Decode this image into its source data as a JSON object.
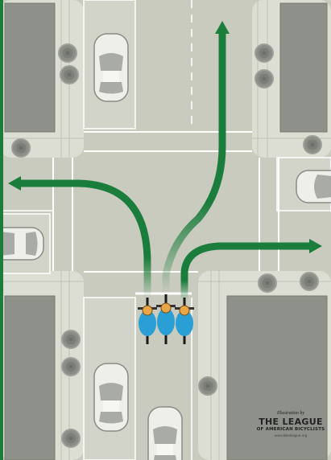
{
  "colors": {
    "road": "#c9cbbf",
    "sidewalk": "#dcddd3",
    "building": "#8d9189",
    "lane_marking": "#ffffff",
    "arrow": "#1b7d3c",
    "border": "#1b7d3c",
    "jersey": "#2a9fd6"
  },
  "credit": {
    "by": "Illustration by",
    "name": "THE LEAGUE",
    "sub": "OF AMERICAN BICYCLISTS",
    "url": "www.bikeleague.org"
  },
  "icons": {
    "left_turn": "left-turn-arrow-icon",
    "straight": "straight-arrow-icon",
    "right_turn": "right-turn-arrow-icon",
    "car": "car-icon",
    "tree": "tree-icon",
    "cyclist": "cyclist-icon"
  }
}
